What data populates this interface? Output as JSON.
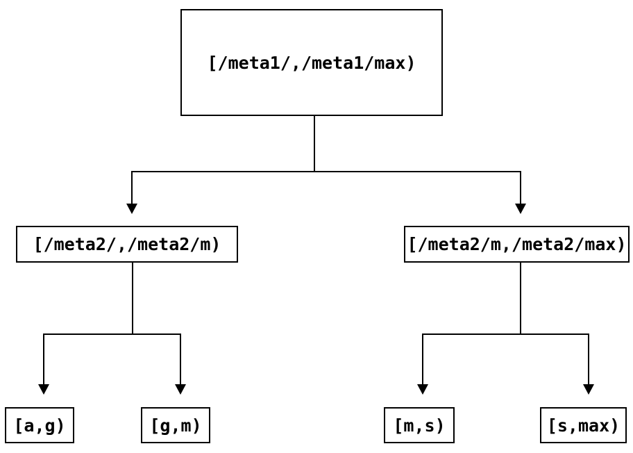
{
  "diagram": {
    "type": "tree",
    "description": "Two-level range partitioning tree",
    "nodes": {
      "root": {
        "label": "[/meta1/,/meta1/max)"
      },
      "left": {
        "label": "[/meta2/,/meta2/m)"
      },
      "right": {
        "label": "[/meta2/m,/meta2/max)"
      },
      "left_left": {
        "label": "[a,g)"
      },
      "left_right": {
        "label": "[g,m)"
      },
      "right_left": {
        "label": "[m,s)"
      },
      "right_right": {
        "label": "[s,max)"
      }
    },
    "edges": [
      {
        "from": "root",
        "to": "left"
      },
      {
        "from": "root",
        "to": "right"
      },
      {
        "from": "left",
        "to": "left_left"
      },
      {
        "from": "left",
        "to": "left_right"
      },
      {
        "from": "right",
        "to": "right_left"
      },
      {
        "from": "right",
        "to": "right_right"
      }
    ],
    "colors": {
      "background": "#ffffff",
      "line": "#000000",
      "text": "#000000"
    }
  }
}
